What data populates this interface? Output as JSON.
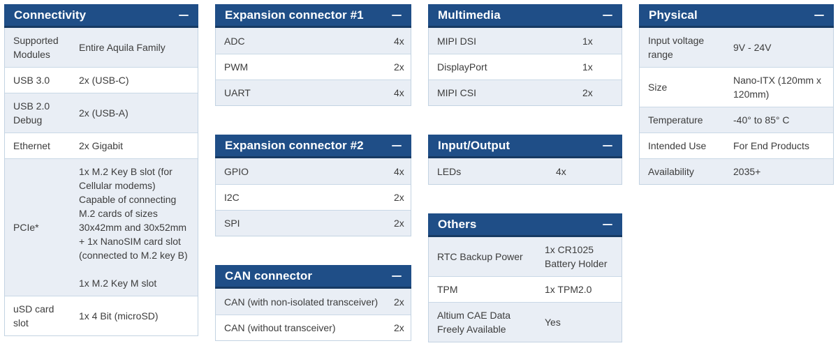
{
  "theme": {
    "header_bg": "#1f4e87",
    "header_border": "#173a63",
    "header_text": "#ffffff",
    "row_alt_bg": "#e9eef5",
    "row_bg": "#ffffff",
    "table_border": "#c3d3e2",
    "body_text": "#3c3c3c",
    "collapse_icon": "minus-icon"
  },
  "columns": [
    {
      "tables": [
        {
          "id": "connectivity",
          "title": "Connectivity",
          "rows": [
            {
              "label": "Supported Modules",
              "value": "Entire Aquila Family"
            },
            {
              "label": "USB 3.0",
              "value": "2x (USB-C)"
            },
            {
              "label": "USB 2.0 Debug",
              "value": "2x (USB-A)"
            },
            {
              "label": "Ethernet",
              "value": "2x Gigabit"
            },
            {
              "label": "PCIe*",
              "value": "1x M.2 Key B slot (for Cellular modems)\nCapable of connecting M.2 cards of sizes 30x42mm and 30x52mm\n+ 1x NanoSIM card slot (connected to M.2 key B)\n\n1x M.2 Key M slot"
            },
            {
              "label": "uSD card slot",
              "value": "1x 4 Bit (microSD)"
            }
          ]
        }
      ]
    },
    {
      "tables": [
        {
          "id": "expansion1",
          "title": "Expansion connector #1",
          "rows": [
            {
              "label": "ADC",
              "value": "4x"
            },
            {
              "label": "PWM",
              "value": "2x"
            },
            {
              "label": "UART",
              "value": "4x"
            }
          ]
        },
        {
          "id": "expansion2",
          "title": "Expansion connector #2",
          "rows": [
            {
              "label": "GPIO",
              "value": "4x"
            },
            {
              "label": "I2C",
              "value": "2x"
            },
            {
              "label": "SPI",
              "value": "2x"
            }
          ]
        },
        {
          "id": "can",
          "title": "CAN connector",
          "rows": [
            {
              "label": "CAN (with non-isolated transceiver)",
              "value": "2x"
            },
            {
              "label": "CAN (without transceiver)",
              "value": "2x"
            }
          ]
        }
      ]
    },
    {
      "tables": [
        {
          "id": "multimedia",
          "title": "Multimedia",
          "rows": [
            {
              "label": "MIPI DSI",
              "value": "1x"
            },
            {
              "label": "DisplayPort",
              "value": "1x"
            },
            {
              "label": "MIPI CSI",
              "value": "2x"
            }
          ]
        },
        {
          "id": "io",
          "title": "Input/Output",
          "rows": [
            {
              "label": "LEDs",
              "value": "4x"
            }
          ]
        },
        {
          "id": "others",
          "title": "Others",
          "rows": [
            {
              "label": "RTC Backup Power",
              "value": "1x CR1025 Battery Holder"
            },
            {
              "label": "TPM",
              "value": "1x TPM2.0"
            },
            {
              "label": "Altium CAE Data Freely Available",
              "value": "Yes"
            }
          ]
        }
      ]
    },
    {
      "tables": [
        {
          "id": "physical",
          "title": "Physical",
          "rows": [
            {
              "label": "Input voltage range",
              "value": "9V - 24V"
            },
            {
              "label": "Size",
              "value": "Nano-ITX (120mm x 120mm)"
            },
            {
              "label": "Temperature",
              "value": "-40° to 85° C"
            },
            {
              "label": "Intended Use",
              "value": "For End Products"
            },
            {
              "label": "Availability",
              "value": "2035+"
            }
          ]
        }
      ]
    }
  ]
}
